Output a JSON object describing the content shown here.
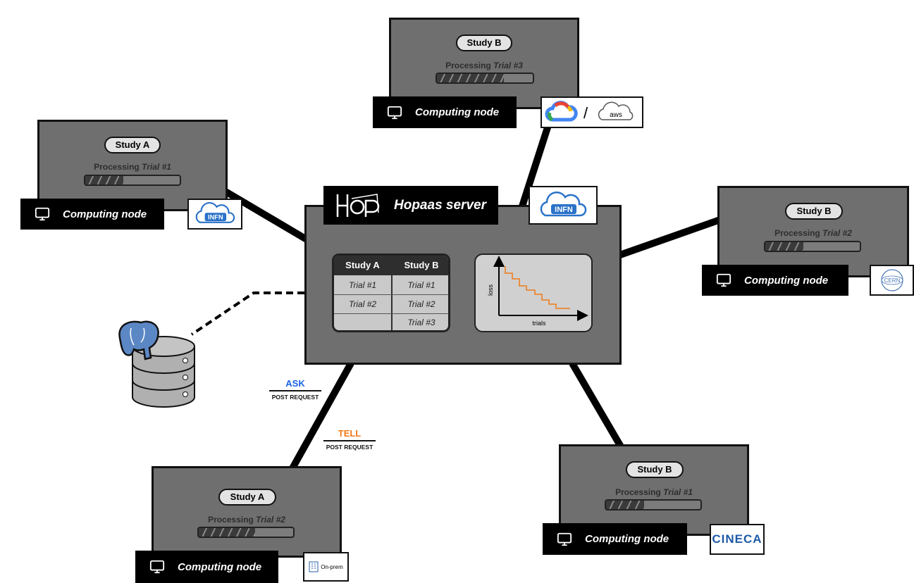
{
  "server": {
    "title": "Hopaas server",
    "logo_text": "Hop",
    "provider": "INFN",
    "table": {
      "headers": [
        "Study A",
        "Study B"
      ],
      "rows": [
        [
          "Trial #1",
          "Trial #1"
        ],
        [
          "Trial #2",
          "Trial #2"
        ],
        [
          "",
          "Trial #3"
        ]
      ]
    },
    "plot": {
      "ylabel": "loss",
      "xlabel": "trials"
    }
  },
  "nodes": [
    {
      "study": "Study B",
      "processing": "Processing",
      "trial": "Trial #3",
      "progress": 0.7,
      "label": "Computing node",
      "provider": "google-cloud / aws",
      "provider_text": "aws"
    },
    {
      "study": "Study A",
      "processing": "Processing",
      "trial": "Trial #1",
      "progress": 0.4,
      "label": "Computing node",
      "provider": "INFN"
    },
    {
      "study": "Study B",
      "processing": "Processing",
      "trial": "Trial #2",
      "progress": 0.4,
      "label": "Computing node",
      "provider": "CERN"
    },
    {
      "study": "Study A",
      "processing": "Processing",
      "trial": "Trial #2",
      "progress": 0.6,
      "label": "Computing node",
      "provider": "On-prem"
    },
    {
      "study": "Study B",
      "processing": "Processing",
      "trial": "Trial #1",
      "progress": 0.4,
      "label": "Computing node",
      "provider": "CINECA"
    }
  ],
  "requests": {
    "ask": {
      "label": "ASK",
      "type": "POST REQUEST",
      "color": "#1c63e8"
    },
    "tell": {
      "label": "TELL",
      "type": "POST REQUEST",
      "color": "#f07a18"
    }
  },
  "colors": {
    "server_fill": "#6f6f6f",
    "loss_curve": "#f07a18",
    "postgres": "#5b87c4"
  },
  "icons": {
    "computer": "monitor-icon",
    "database": "postgresql-database-icon"
  }
}
